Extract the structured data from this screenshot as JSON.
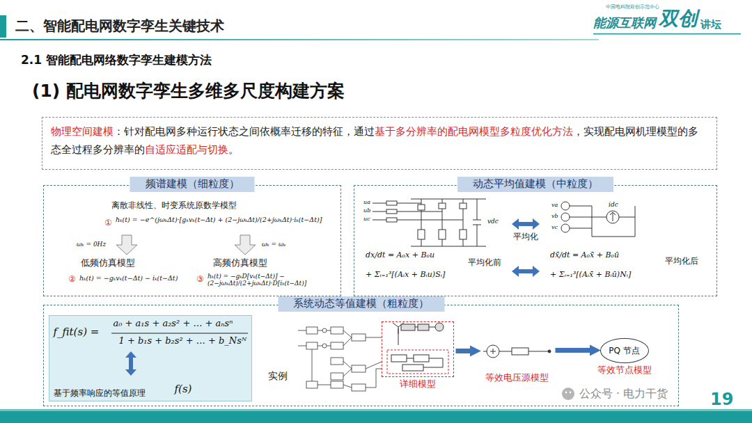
{
  "diagram": {
    "title": "二、智能配电网数字孪生关键技术",
    "nodes": [
      {
        "text": [
          "物理空间建模",
          "：针对配电网多种运行状态之间依概率迁移的特征，通过",
          "基于多分辨率的配电网模型多粒度优化方法",
          "，实现配电网机理模型的多态全过程多分辨率的",
          "自适应适配与切换",
          "。"
        ]
      },
      {
        "text": [
          "频谱建模（细粒度）"
        ]
      },
      {
        "text": [
          "动态平均值建模（中粒度）"
        ]
      },
      {
        "text": [
          "系统动态等值建模（粗粒度）"
        ]
      },
      {
        "text": [
          "f_fit(s) =",
          "a₀ + a₁s + a₂s² + … + aₙsⁿ",
          "1 + b₁s + b₂s² + … + b_Nsᴺ",
          "f(s)",
          "基于频率响应的等值原理"
        ],
        "in": 3
      },
      {
        "text": [
          "详细模型"
        ],
        "in": 3
      },
      {
        "text": [
          "等效电压源模型"
        ],
        "in": 3
      },
      {
        "text": [
          "PQ 节点",
          "等效节点模型"
        ],
        "in": 3
      }
    ],
    "edges": [
      {
        "from": 5,
        "to": 6,
        "arrow": "to"
      },
      {
        "from": 6,
        "to": 7,
        "arrow": "to"
      }
    ],
    "labels": [
      "中国电科院双创示范中心",
      "能源互联网",
      "双创",
      "讲坛",
      "2.1 智能配电网络数字孪生建模方法",
      "(1) 配电网数字孪生多维多尺度构建方案",
      "离散非线性、时变系统原数学模型",
      "①",
      "hₖ(t) = −e^(jωₖΔt)·[gₖvₖ(t−Δt) + (2−jωₖΔt)/(2+jωₖΔt)·iₖ(t−Δt)]",
      "ωₖ = 0Hz",
      "ωₖ = ωₛ",
      "低频仿真模型",
      "高频仿真模型",
      "②",
      "hₖ(t) = −gₖvₖ(t−Δt) − iₖ(t−Δt)",
      "③",
      "hₖ(t) = −gₖD[vₖ(t−Δt)] − (2−jωₖΔt)/(2+jωₖΔt)·D[iₖ(t−Δt)]",
      "ua",
      "ub",
      "uc",
      "vdc",
      "平均化",
      "dx/dt = A₀x + B₀u",
      "+ Σᵢ₌₁³[(Aᵢx + Bᵢu)Sᵢ]",
      "平均化前",
      "va",
      "vb",
      "vc",
      "idc",
      "dx̄/dt = A₀x̄ + B₀ū",
      "+ Σᵢ₌₁³[(Aᵢx̄ + Bᵢū)Nᵢ]",
      "平均化后",
      "实例",
      "公众号 · 电力干货",
      "19"
    ]
  }
}
